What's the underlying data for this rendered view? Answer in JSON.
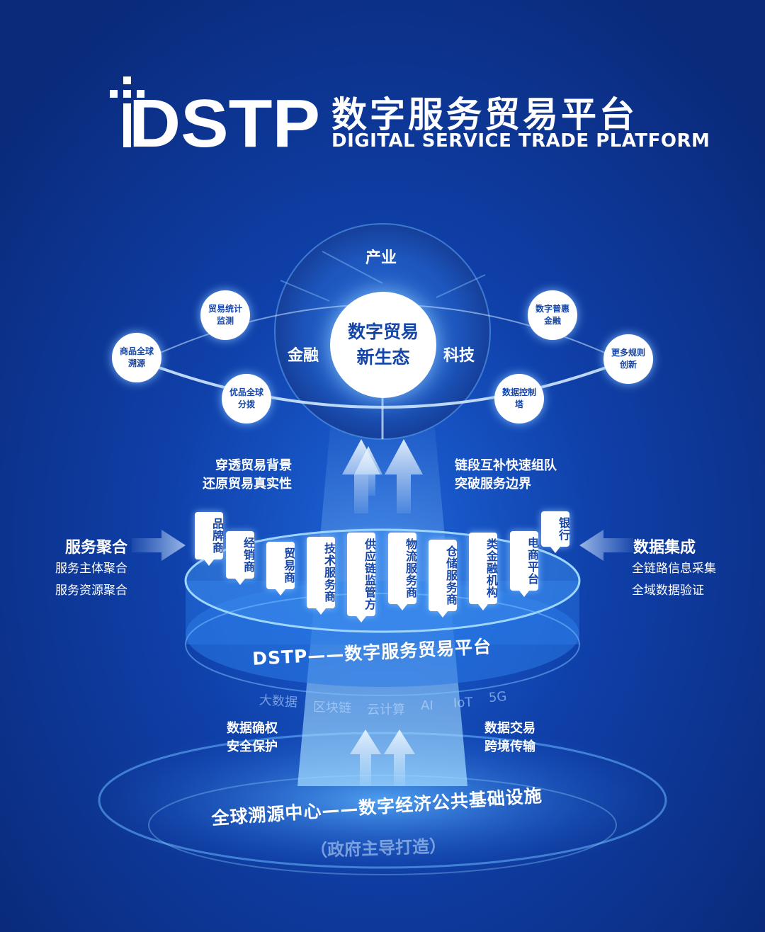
{
  "header": {
    "logo_text": "DSTP",
    "title_zh": "数字服务贸易平台",
    "title_en": "DIGITAL SERVICE TRADE PLATFORM"
  },
  "ecosystem": {
    "top": "产业",
    "left": "金融",
    "right": "科技",
    "center": "数字贸易新生态"
  },
  "nodes": [
    {
      "id": "trade-stats",
      "label": "贸易统计监测"
    },
    {
      "id": "goods-trace",
      "label": "商品全球溯源"
    },
    {
      "id": "premium-alloc",
      "label": "优品全球分拨"
    },
    {
      "id": "inclusive-finance",
      "label": "数字普惠金融"
    },
    {
      "id": "more-rules",
      "label": "更多规则创新"
    },
    {
      "id": "control-tower",
      "label": "数据控制塔"
    }
  ],
  "notes": {
    "left_top": [
      "穿透贸易背景",
      "还原贸易真实性"
    ],
    "right_top": [
      "链段互补快速组队",
      "突破服务边界"
    ],
    "left_bottom": [
      "数据确权",
      "安全保护"
    ],
    "right_bottom": [
      "数据交易",
      "跨境传输"
    ]
  },
  "left_panel": {
    "heading": "服务聚合",
    "lines": [
      "服务主体聚合",
      "服务资源聚合"
    ]
  },
  "right_panel": {
    "heading": "数据集成",
    "lines": [
      "全链路信息采集",
      "全域数据验证"
    ]
  },
  "cards": [
    "品牌商",
    "经销商",
    "贸易商",
    "技术服务商",
    "供应链监管方",
    "物流服务商",
    "仓储服务商",
    "类金融机构",
    "电商平台",
    "银行"
  ],
  "platform_label": "DSTP——数字服务贸易平台",
  "tech": [
    "大数据",
    "区块链",
    "云计算",
    "AI",
    "IoT",
    "5G"
  ],
  "foundation": "全球溯源中心——数字经济公共基础设施",
  "foundation_sub": "（政府主导打造）"
}
